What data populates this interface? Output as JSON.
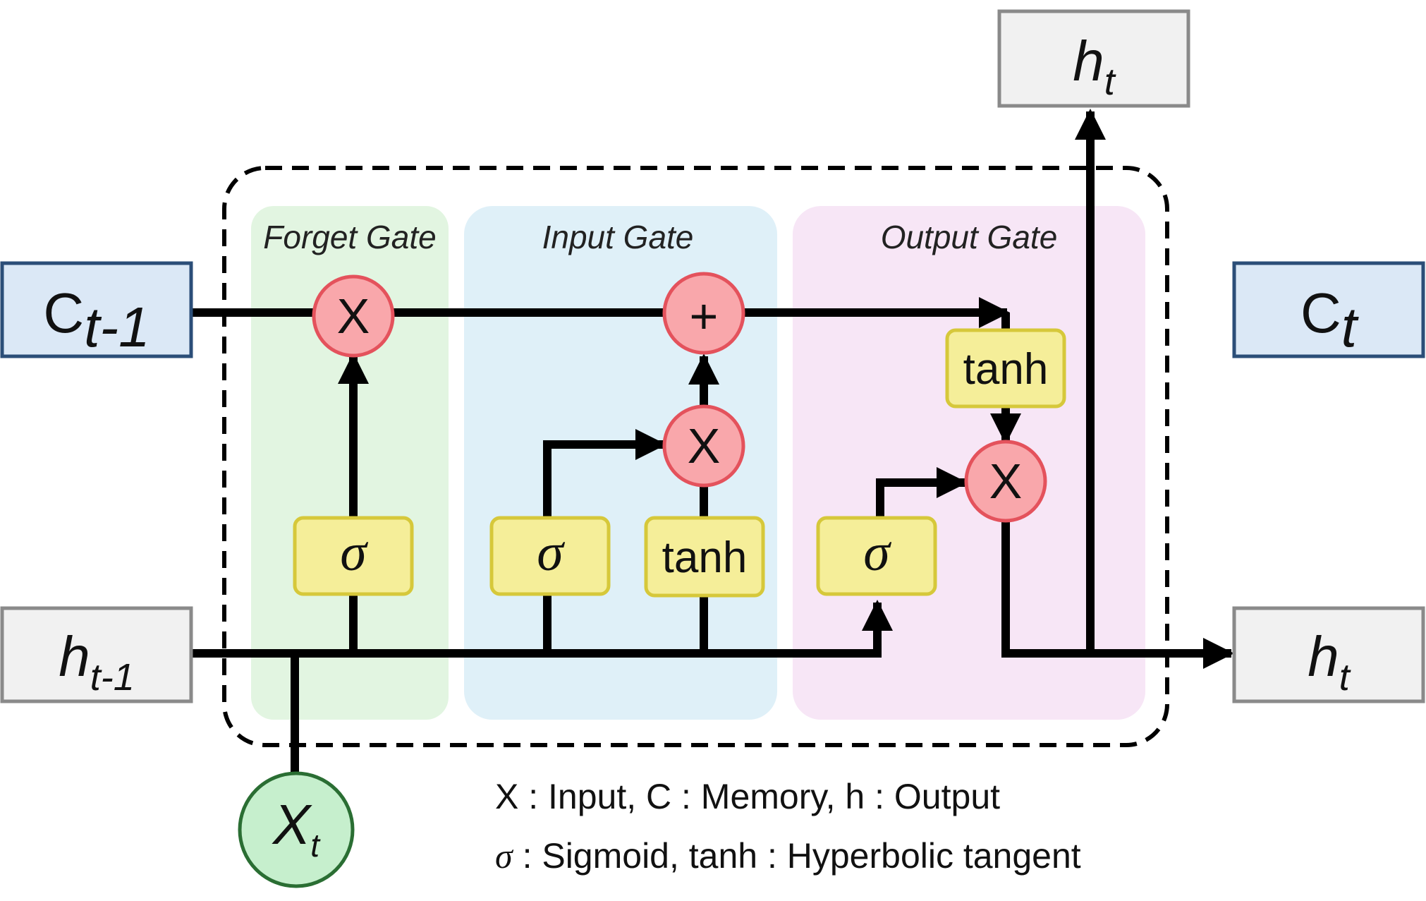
{
  "gates": {
    "forget": "Forget Gate",
    "input": "Input Gate",
    "output": "Output Gate"
  },
  "inputs": {
    "c_prev": {
      "base": "C",
      "sub": "t-1"
    },
    "h_prev": {
      "base": "h",
      "sub": "t-1"
    },
    "x": {
      "base": "X",
      "sub": "t"
    }
  },
  "outputs": {
    "c": {
      "base": "C",
      "sub": "t"
    },
    "h_side": {
      "base": "h",
      "sub": "t"
    },
    "h_top": {
      "base": "h",
      "sub": "t"
    }
  },
  "ops": {
    "forget_multiply": "X",
    "cell_add": "+",
    "input_multiply": "X",
    "output_multiply": "X"
  },
  "activations": {
    "forget_sigmoid": "σ",
    "input_sigmoid": "σ",
    "input_tanh": "tanh",
    "output_sigmoid": "σ",
    "output_tanh": "tanh"
  },
  "legend": {
    "line1": "X : Input, C : Memory, h : Output",
    "line2_symbol": "σ",
    "line2_rest": " : Sigmoid, tanh : Hyperbolic tangent"
  },
  "colors": {
    "forget_bg": "#e2f5e1",
    "input_bg": "#dff0f8",
    "output_bg": "#f7e6f6",
    "op_fill": "#f9a7ab",
    "op_stroke": "#e4525c",
    "act_fill": "#f5ee99",
    "act_stroke": "#d6c83a",
    "cell_box_fill": "#dbe8f6",
    "cell_box_stroke": "#2b4e78",
    "hidden_box_fill": "#f1f1f1",
    "hidden_box_stroke": "#8a8a8a",
    "x_fill": "#c6efcd",
    "x_stroke": "#2a6e33"
  }
}
